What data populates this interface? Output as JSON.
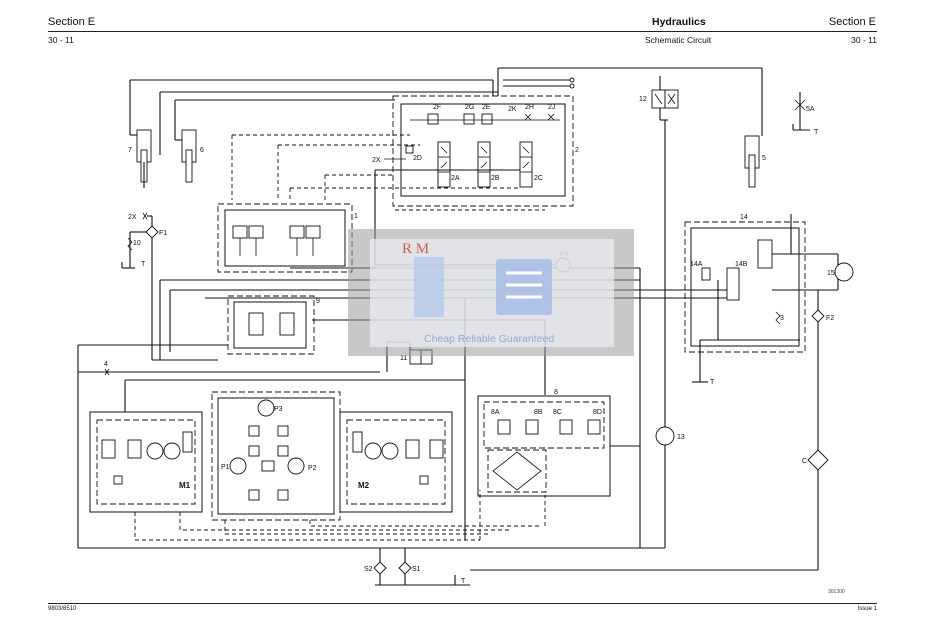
{
  "header": {
    "section_left": "Section E",
    "title": "Hydraulics",
    "section_right": "Section E",
    "page_left": "30 - 11",
    "subtitle": "Schematic Circuit",
    "page_right": "30 - 11"
  },
  "footer": {
    "left": "9803/8510",
    "right": "Issue 1",
    "figure_code": "301300"
  },
  "watermark": {
    "logo": "R M",
    "tagline": "Cheap Reliable Guaranteed"
  },
  "labels": {
    "c7": "7",
    "c6": "6",
    "c5": "5",
    "c12": "12",
    "c5a": "5A",
    "t_5a": "T",
    "c2f": "2F",
    "c2g": "2G",
    "c2e": "2E",
    "c2k": "2K",
    "c2h": "2H",
    "c2j": "2J",
    "c2x_top": "2X",
    "c2d": "2D",
    "c2a": "2A",
    "c2b": "2B",
    "c2c": "2C",
    "c2": "2",
    "c2x_left": "2X",
    "cf1": "F1",
    "c10": "10",
    "t_10": "T",
    "c1": "1",
    "cp4": "P4",
    "c14": "14",
    "c14a": "14A",
    "c14b": "14B",
    "c15": "15",
    "c3": "3",
    "cf2": "F2",
    "t_14": "T",
    "c9": "9",
    "c4": "4",
    "c11": "11",
    "c8": "8",
    "c8a": "8A",
    "c8b": "8B",
    "c8c": "8C",
    "c8d": "8D",
    "cp3": "P3",
    "cp1": "P1",
    "cp2": "P2",
    "cm1": "M1",
    "cm2": "M2",
    "c13": "13",
    "cc": "C",
    "cs2": "S2",
    "cs1": "S1",
    "t_bottom": "T"
  }
}
